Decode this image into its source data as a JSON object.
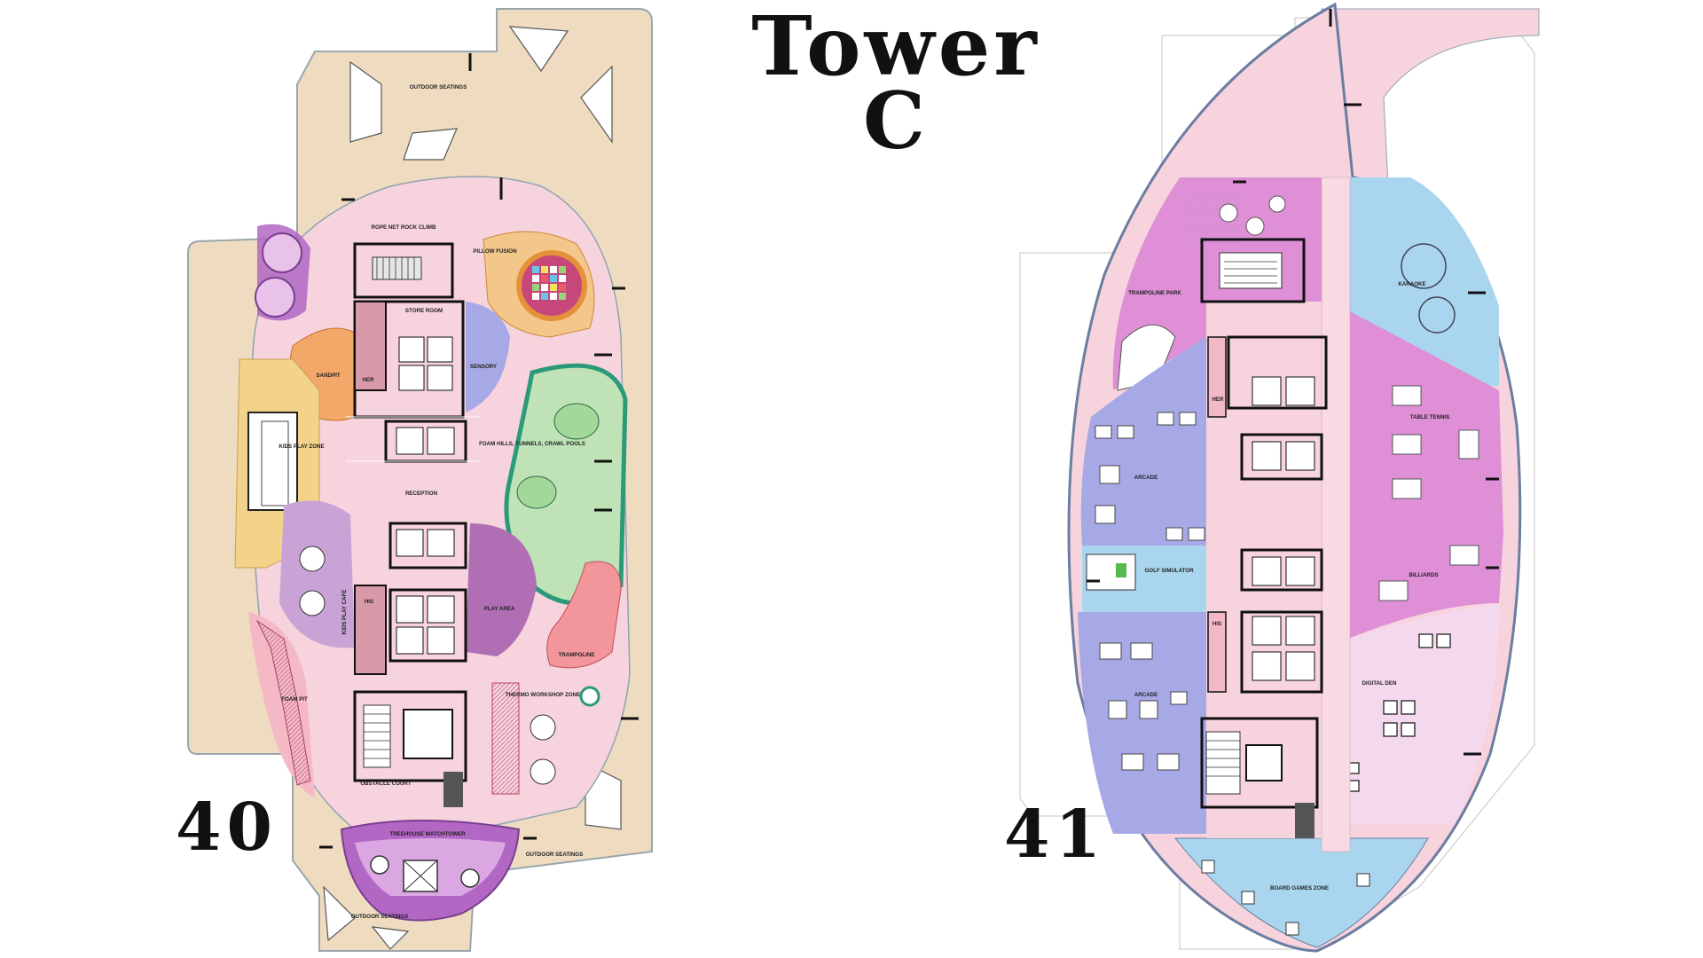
{
  "header": {
    "title_line1": "Tower",
    "title_line2": "C"
  },
  "floors": [
    {
      "number": "40"
    },
    {
      "number": "41"
    }
  ],
  "floor40": {
    "outdoor_top": "OUTDOOR SEATINGS",
    "rope_net": "ROPE NET ROCK CLIMB",
    "pillow_fusion": "PILLOW FUSION",
    "store_room": "STORE ROOM",
    "sandpit": "SANDPIT",
    "her": "HER",
    "sensory": "SENSORY",
    "kids_play_zone": "KIDS PLAY ZONE",
    "foam_hills": "FOAM HILLS, TUNNELS, CRAWL POOLS",
    "reception": "RECEPTION",
    "kids_play_cafe": "KIDS PLAY CAFE",
    "his": "HIS",
    "play_area": "PLAY AREA",
    "trampoline": "TRAMPOLINE",
    "foam_pit": "FOAM PIT",
    "thermo": "THERMO WORKSHOP ZONE",
    "obstacle": "OBSTACLE COURT",
    "watchtower": "TREEHOUSE WATCHTOWER",
    "outdoor_right": "OUTDOOR SEATINGS",
    "outdoor_bottom": "OUTDOOR SEATINGS"
  },
  "floor41": {
    "trampoline_park": "TRAMPOLINE PARK",
    "karaoke": "KARAOKE",
    "her": "HER",
    "table_tennis": "TABLE TENNIS",
    "arcade_top": "ARCADE",
    "golf": "GOLF SIMULATOR",
    "billiards": "BILLIARDS",
    "his": "HIS",
    "arcade_bottom": "ARCADE",
    "digital_den": "DIGITAL DEN",
    "board_games": "BOARD GAMES ZONE"
  },
  "colors": {
    "deck": "#efdcc0",
    "pink": "#f7d3dd",
    "magenta": "#de8fd6",
    "lavender": "#a7a8e6",
    "lightblue": "#a9d6ee",
    "green": "#bfe3b6",
    "coral": "#f2969b",
    "orange": "#f3c68a",
    "purple": "#b267c4"
  },
  "icons": [
    "elevator-core",
    "stair-core",
    "play-disc",
    "table-icon"
  ]
}
